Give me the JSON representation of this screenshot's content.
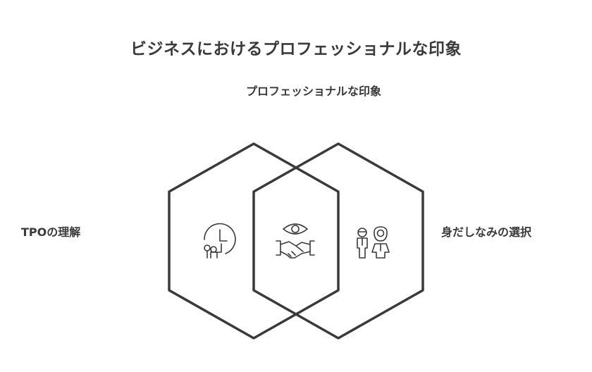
{
  "title": "ビジネスにおけるプロフェッショナルな印象",
  "intersection_label": "プロフェッショナルな印象",
  "left_label": "TPOの理解",
  "right_label": "身だしなみの選択",
  "icons": {
    "left": "clock-people-icon",
    "center": "eye-handshake-icon",
    "right": "dressed-people-icon"
  }
}
